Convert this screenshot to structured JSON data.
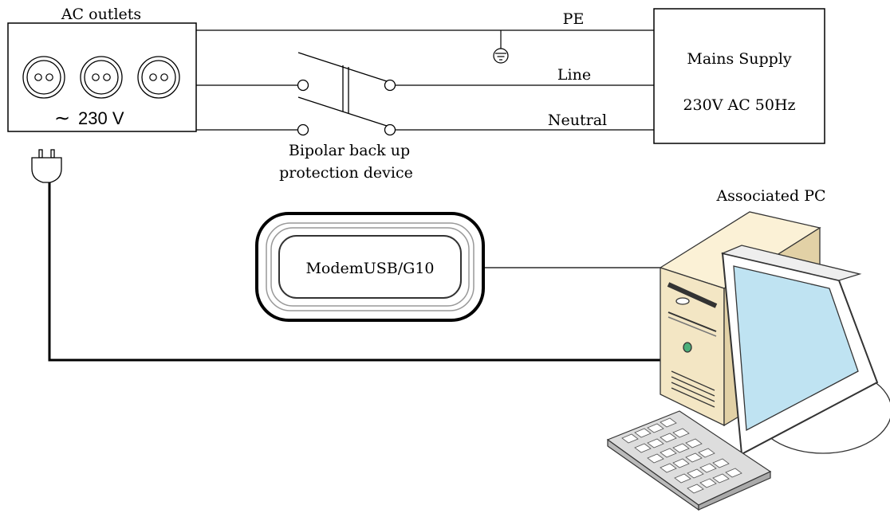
{
  "outlets": {
    "title": "AC outlets",
    "voltage_symbol": "∼",
    "voltage": "230 V"
  },
  "wires": {
    "pe": "PE",
    "line": "Line",
    "neutral": "Neutral"
  },
  "switch": {
    "label_line1": "Bipolar back up",
    "label_line2": "protection device"
  },
  "mains": {
    "title": "Mains Supply",
    "spec": "230V AC 50Hz"
  },
  "modem": {
    "label": "ModemUSB/G10"
  },
  "pc": {
    "label": "Associated PC"
  },
  "icons": [
    "plug-icon",
    "ground-icon",
    "computer-icon",
    "keyboard-icon"
  ],
  "colors": {
    "stroke": "#000000",
    "pc_case": "#f3e6c4",
    "screen": "#bfe3f2"
  }
}
